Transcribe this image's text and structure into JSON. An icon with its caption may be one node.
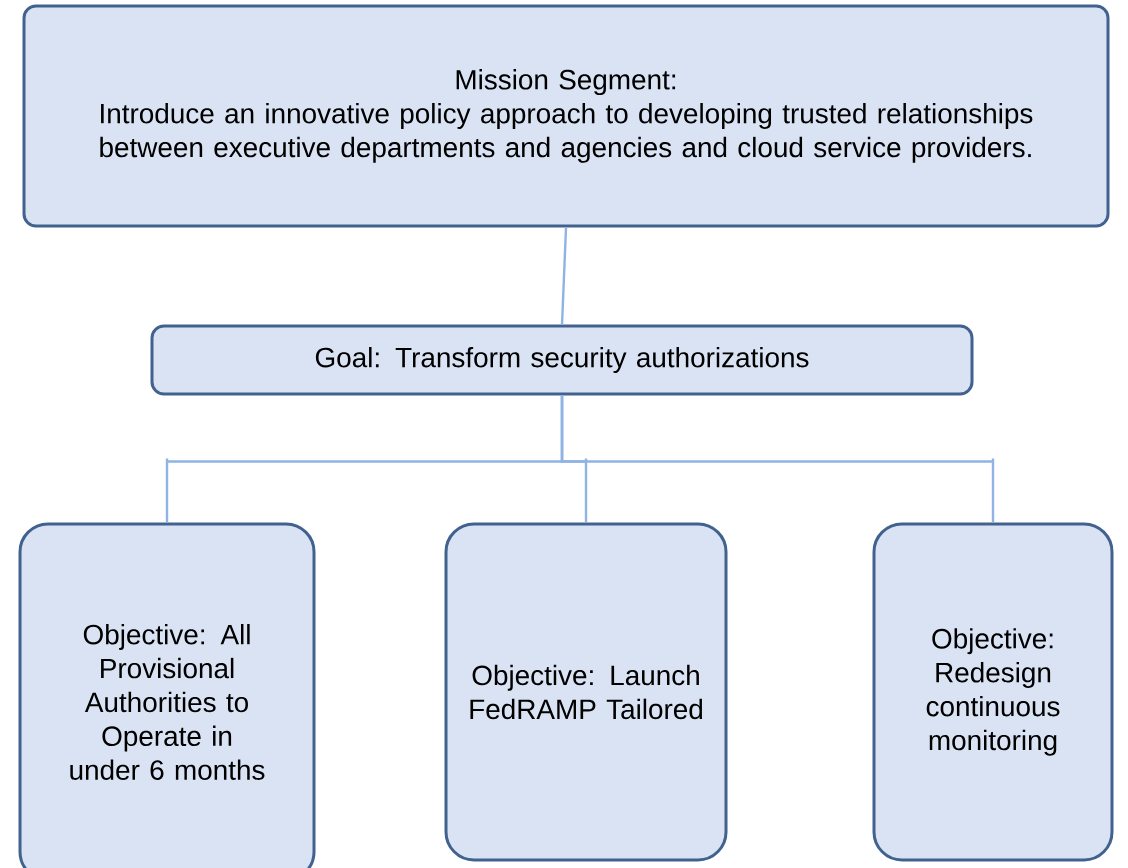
{
  "diagram": {
    "nodes": [
      {
        "text": [
          "Mission Segment:",
          "Introduce an innovative policy approach to developing trusted relationships between executive departments and agencies and cloud service providers."
        ]
      },
      {
        "text": [
          "Goal: Transform security authorizations"
        ]
      },
      {
        "text": [
          "Objective: All Provisional Authorities to Operate in under 6 months"
        ]
      },
      {
        "text": [
          "Objective: Launch FedRAMP Tailored"
        ]
      },
      {
        "text": [
          "Objective: Redesign continuous monitoring"
        ]
      }
    ],
    "edges": [
      {
        "from": 0,
        "to": 1,
        "arrow": "none"
      },
      {
        "from": 1,
        "to": 2,
        "arrow": "none"
      },
      {
        "from": 1,
        "to": 3,
        "arrow": "none"
      },
      {
        "from": 1,
        "to": 4,
        "arrow": "none"
      }
    ]
  }
}
